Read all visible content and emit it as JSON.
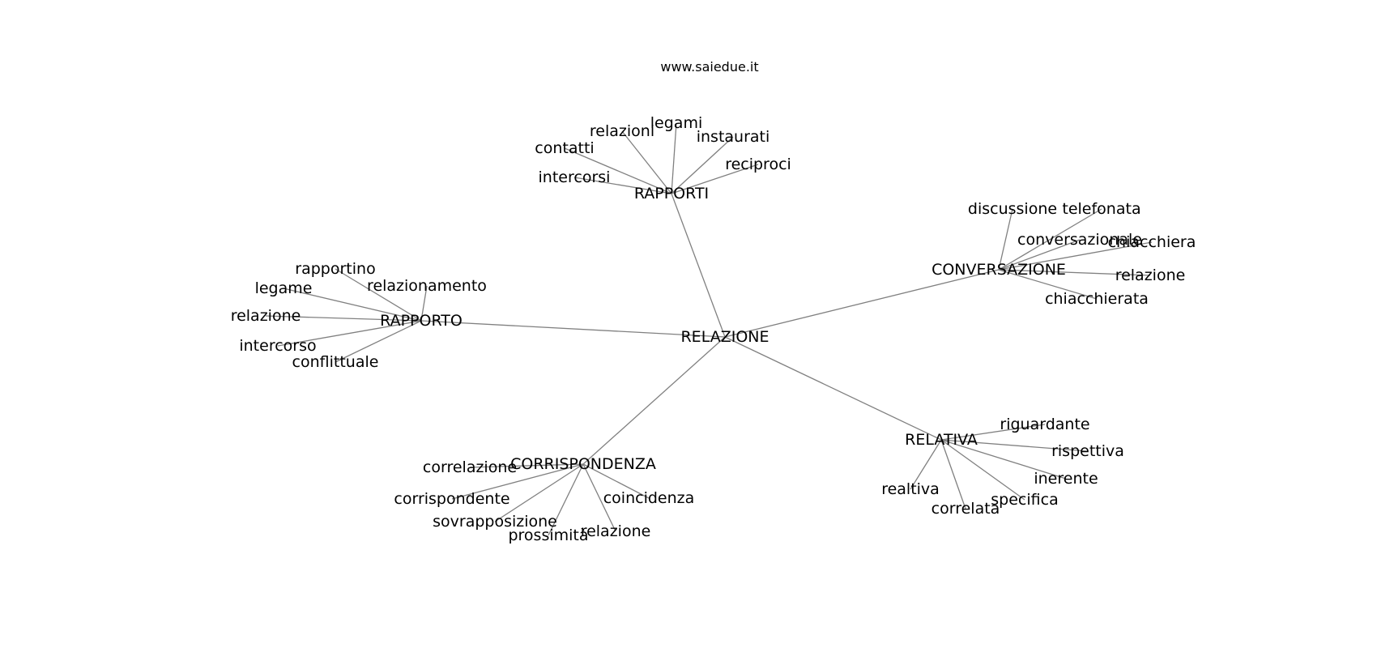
{
  "title": "www.saiedue.it",
  "edge_color": "#808080",
  "label_color": "#000000",
  "graph": {
    "root": "RELAZIONE",
    "nodes": [
      "RELAZIONE",
      "RAPPORTI",
      "relazioni",
      "legami",
      "instaurati",
      "contatti",
      "reciproci",
      "intercorsi",
      "CONVERSAZIONE",
      "discussione",
      "telefonata",
      "conversazionale",
      "chiacchiera",
      "relazione",
      "chiacchierata",
      "RAPPORTO",
      "rapportino",
      "relazionamento",
      "legame",
      "relazione",
      "intercorso",
      "conflittuale",
      "RELATIVA",
      "riguardante",
      "rispettiva",
      "inerente",
      "specifica",
      "correlata",
      "realtiva",
      "CORRISPONDENZA",
      "correlazione",
      "corrispondente",
      "sovrapposizione",
      "prossimità",
      "relazione",
      "coincidenza"
    ],
    "edges": [
      [
        0,
        1
      ],
      [
        0,
        8
      ],
      [
        0,
        15
      ],
      [
        0,
        22
      ],
      [
        0,
        29
      ],
      [
        1,
        2
      ],
      [
        1,
        3
      ],
      [
        1,
        4
      ],
      [
        1,
        5
      ],
      [
        1,
        6
      ],
      [
        1,
        7
      ],
      [
        8,
        9
      ],
      [
        8,
        10
      ],
      [
        8,
        11
      ],
      [
        8,
        12
      ],
      [
        8,
        13
      ],
      [
        8,
        14
      ],
      [
        15,
        16
      ],
      [
        15,
        17
      ],
      [
        15,
        18
      ],
      [
        15,
        19
      ],
      [
        15,
        20
      ],
      [
        15,
        21
      ],
      [
        22,
        23
      ],
      [
        22,
        24
      ],
      [
        22,
        25
      ],
      [
        22,
        26
      ],
      [
        22,
        27
      ],
      [
        22,
        28
      ],
      [
        29,
        30
      ],
      [
        29,
        31
      ],
      [
        29,
        32
      ],
      [
        29,
        33
      ],
      [
        29,
        34
      ],
      [
        29,
        35
      ]
    ]
  }
}
